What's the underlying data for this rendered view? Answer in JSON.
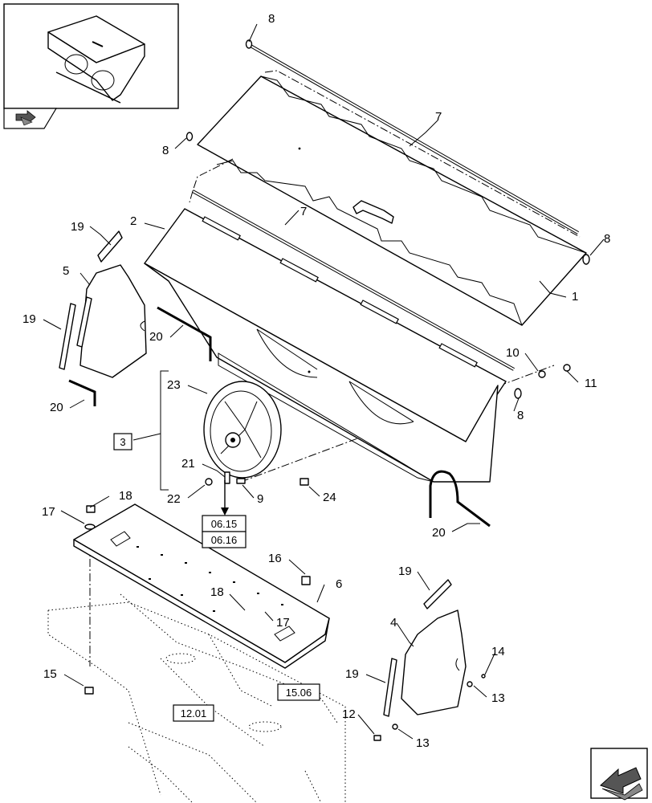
{
  "diagram": {
    "callouts": [
      {
        "id": "c8a",
        "text": "8"
      },
      {
        "id": "c7a",
        "text": "7"
      },
      {
        "id": "c8b",
        "text": "8"
      },
      {
        "id": "c7b",
        "text": "7"
      },
      {
        "id": "c2",
        "text": "2"
      },
      {
        "id": "c8c",
        "text": "8"
      },
      {
        "id": "c19a",
        "text": "19"
      },
      {
        "id": "c5",
        "text": "5"
      },
      {
        "id": "c1",
        "text": "1"
      },
      {
        "id": "c19b",
        "text": "19"
      },
      {
        "id": "c20a",
        "text": "20"
      },
      {
        "id": "c10",
        "text": "10"
      },
      {
        "id": "c11",
        "text": "11"
      },
      {
        "id": "c23",
        "text": "23"
      },
      {
        "id": "c20b",
        "text": "20"
      },
      {
        "id": "c8d",
        "text": "8"
      },
      {
        "id": "c21",
        "text": "21"
      },
      {
        "id": "c22",
        "text": "22"
      },
      {
        "id": "c9",
        "text": "9"
      },
      {
        "id": "c24",
        "text": "24"
      },
      {
        "id": "c18a",
        "text": "18"
      },
      {
        "id": "c17a",
        "text": "17"
      },
      {
        "id": "c20c",
        "text": "20"
      },
      {
        "id": "c16",
        "text": "16"
      },
      {
        "id": "c6",
        "text": "6"
      },
      {
        "id": "c18b",
        "text": "18"
      },
      {
        "id": "c17b",
        "text": "17"
      },
      {
        "id": "c19c",
        "text": "19"
      },
      {
        "id": "c4",
        "text": "4"
      },
      {
        "id": "c14",
        "text": "14"
      },
      {
        "id": "c19d",
        "text": "19"
      },
      {
        "id": "c13a",
        "text": "13"
      },
      {
        "id": "c15",
        "text": "15"
      },
      {
        "id": "c12",
        "text": "12"
      },
      {
        "id": "c13b",
        "text": "13"
      }
    ],
    "ref_boxes": {
      "assembly": "3",
      "ref_0615": "06.15",
      "ref_0616": "06.16",
      "ref_1506": "15.06",
      "ref_1201": "12.01"
    }
  }
}
